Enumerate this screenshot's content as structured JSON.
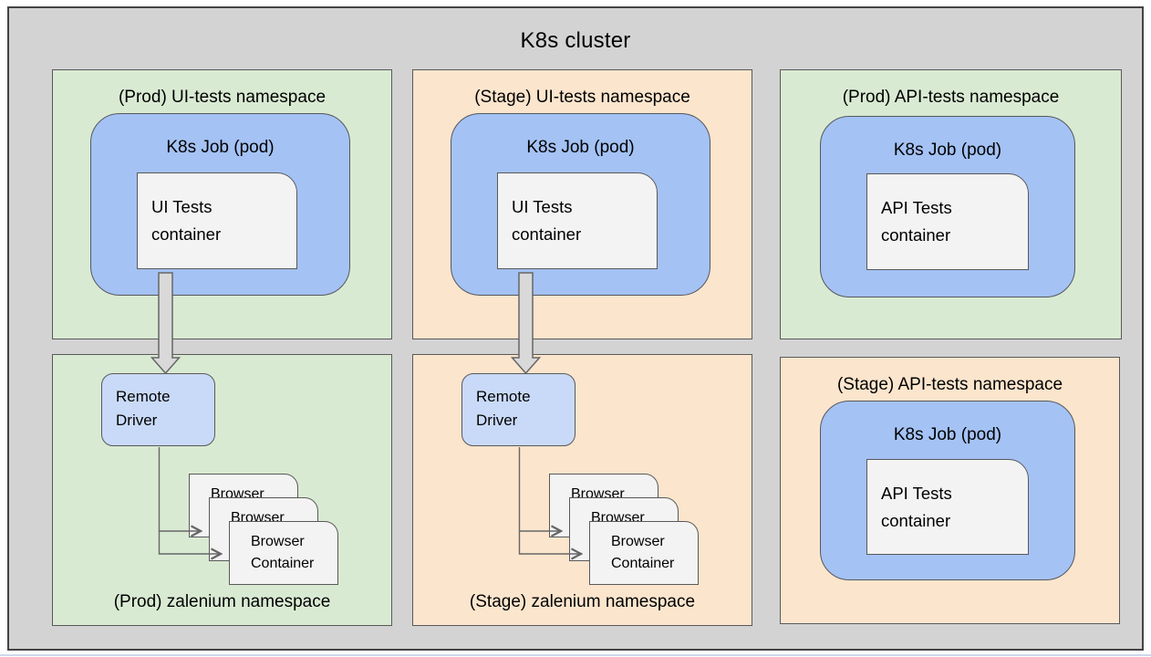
{
  "cluster": {
    "title": "K8s cluster"
  },
  "panels": {
    "prod_ui": {
      "label": "(Prod) UI-tests namespace",
      "pod_label": "K8s Job (pod)",
      "container_label": "UI Tests\ncontainer"
    },
    "stage_ui": {
      "label": "(Stage) UI-tests namespace",
      "pod_label": "K8s Job (pod)",
      "container_label": "UI Tests\ncontainer"
    },
    "prod_api": {
      "label": "(Prod) API-tests namespace",
      "pod_label": "K8s Job (pod)",
      "container_label": "API Tests\ncontainer"
    },
    "prod_zalenium": {
      "label": "(Prod) zalenium namespace",
      "remote_driver_label": "Remote\nDriver",
      "browser_container_label": "Browser\nContainer"
    },
    "stage_zalenium": {
      "label": "(Stage) zalenium namespace",
      "remote_driver_label": "Remote\nDriver",
      "browser_container_label": "Browser\nContainer"
    },
    "stage_api": {
      "label": "(Stage) API-tests namespace",
      "pod_label": "K8s Job (pod)",
      "container_label": "API Tests\ncontainer"
    }
  },
  "colors": {
    "canvas_gray": "#d3d3d3",
    "cluster_border": "#434343",
    "namespace_green": "#d9ead3",
    "namespace_orange": "#fce5cd",
    "pod_blue": "#a4c2f4",
    "remote_driver_blue": "#c9daf8",
    "container_gray": "#f3f3f3",
    "shape_border": "#595959",
    "block_arrow_fill": "#d9d9d9",
    "connector_line": "#666666"
  }
}
